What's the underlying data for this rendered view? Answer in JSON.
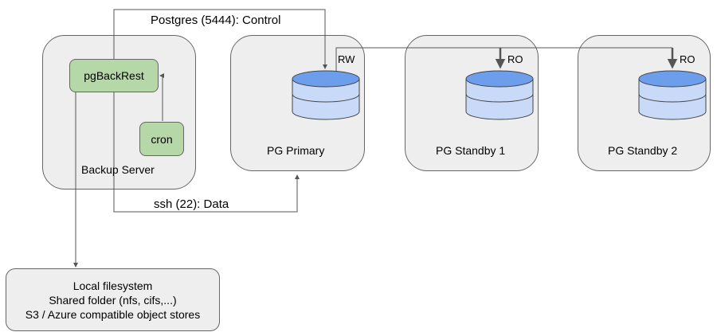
{
  "connections": {
    "control": "Postgres (5444): Control",
    "data": "ssh (22): Data"
  },
  "backup_server": {
    "label": "Backup Server",
    "pgbackrest": "pgBackRest",
    "cron": "cron"
  },
  "primary": {
    "label": "PG Primary",
    "access": "RW"
  },
  "standby1": {
    "label": "PG Standby 1",
    "access": "RO"
  },
  "standby2": {
    "label": "PG Standby 2",
    "access": "RO"
  },
  "storage": {
    "lines": [
      "Local filesystem",
      "Shared folder (nfs, cifs,...)",
      "S3 / Azure compatible object stores"
    ]
  },
  "colors": {
    "server_fill": "#eeeeee",
    "component_fill": "#b6d7a8",
    "cylinder_fill": "#6d9eeb",
    "cylinder_body": "#c9daf8",
    "line": "#555555"
  }
}
